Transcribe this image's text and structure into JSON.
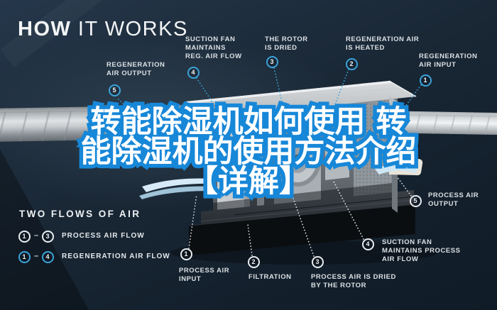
{
  "header": {
    "title_bold": "HOW",
    "title_light": " IT WORKS"
  },
  "headline": {
    "line1": "转能除湿机如何使用 转",
    "line2": "能除湿机的使用方法介绍",
    "line3": "【详解】",
    "fill_color": "#ffffff",
    "outline_color": "#1787d8"
  },
  "colors": {
    "background_top": "#25374b",
    "background_bottom": "#0f1b26",
    "accent_blue_ring": "#3aa4da",
    "white_ring": "#e8ecef",
    "label_text": "#dbe0e4",
    "flow_arrow_blue": "#cfe7f5"
  },
  "annotations": {
    "regeneration": [
      {
        "num": "5",
        "line1": "REGENERATION",
        "line2": "AIR OUTPUT",
        "line3": ""
      },
      {
        "num": "4",
        "line1": "SUCTION FAN",
        "line2": "MAINTAINS",
        "line3": "REG. AIR FLOW"
      },
      {
        "num": "3",
        "line1": "THE ROTOR",
        "line2": "IS DRIED",
        "line3": ""
      },
      {
        "num": "2",
        "line1": "REGENERATION AIR",
        "line2": "IS HEATED",
        "line3": ""
      },
      {
        "num": "1",
        "line1": "REGENERATION",
        "line2": "AIR INPUT",
        "line3": ""
      }
    ],
    "process": [
      {
        "num": "1",
        "line1": "PROCESS AIR",
        "line2": "INPUT",
        "line3": ""
      },
      {
        "num": "2",
        "line1": "FILTRATION",
        "line2": "",
        "line3": ""
      },
      {
        "num": "3",
        "line1": "PROCESS AIR IS DRIED",
        "line2": "BY THE ROTOR",
        "line3": ""
      },
      {
        "num": "4",
        "line1": "SUCTION FAN",
        "line2": "MAINTAINS PROCESS",
        "line3": "AIR FLOW"
      },
      {
        "num": "5",
        "line1": "PROCESS AIR",
        "line2": "OUTPUT",
        "line3": ""
      }
    ]
  },
  "legend": {
    "title": "TWO FLOWS OF AIR",
    "separator": "–",
    "rows": [
      {
        "from": "1",
        "to": "3",
        "label": "PROCESS AIR FLOW",
        "style": "white"
      },
      {
        "from": "1",
        "to": "4",
        "label": "REGENERATION AIR FLOW",
        "style": "blue"
      }
    ]
  }
}
